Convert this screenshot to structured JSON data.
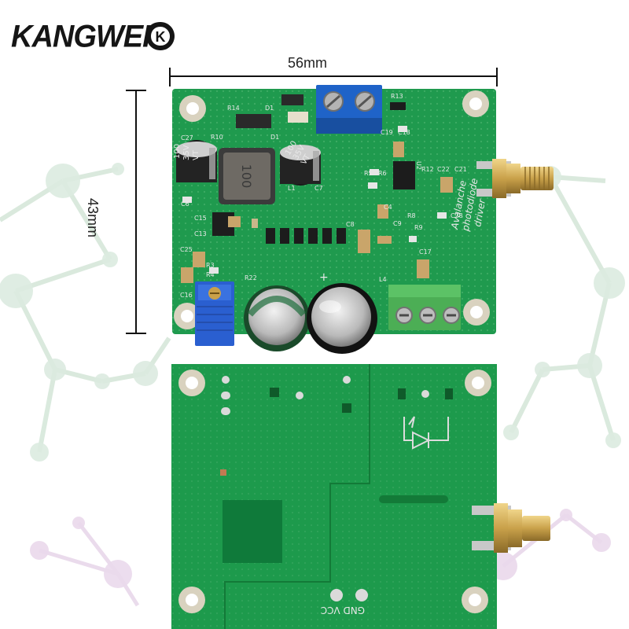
{
  "brand": {
    "name": "KANGWEI",
    "badge_text": "K"
  },
  "dimensions": {
    "width_label": "56mm",
    "height_label": "43mm"
  },
  "board_top": {
    "module_text": [
      "Avalanche",
      "photodiode",
      "driver"
    ],
    "cap_left": [
      "100",
      "35V",
      "VT"
    ],
    "cap_right": [
      "100",
      "35V",
      "VT"
    ],
    "inductor_text": "100",
    "refdes": [
      "R14",
      "D1",
      "R13",
      "R10",
      "D1",
      "C19",
      "C18",
      "C27",
      "R5",
      "R6",
      "R12",
      "C22",
      "C21",
      "C4",
      "C6",
      "C15",
      "C13",
      "C9",
      "R8",
      "R9",
      "C28",
      "C25",
      "C17",
      "R3",
      "R4",
      "R22",
      "C16",
      "L4",
      "U2",
      "L1",
      "C7",
      "C8"
    ]
  },
  "board_bottom": {
    "terminal_labels": "GND VCC"
  },
  "colors": {
    "pcb": "#1f9a4e",
    "pcb_dark": "#0f7a3a",
    "pad": "#d9d2bf",
    "connector_blue": "#1f63c8",
    "connector_green": "#4cae55",
    "sma_gold": "#c9a14a"
  }
}
